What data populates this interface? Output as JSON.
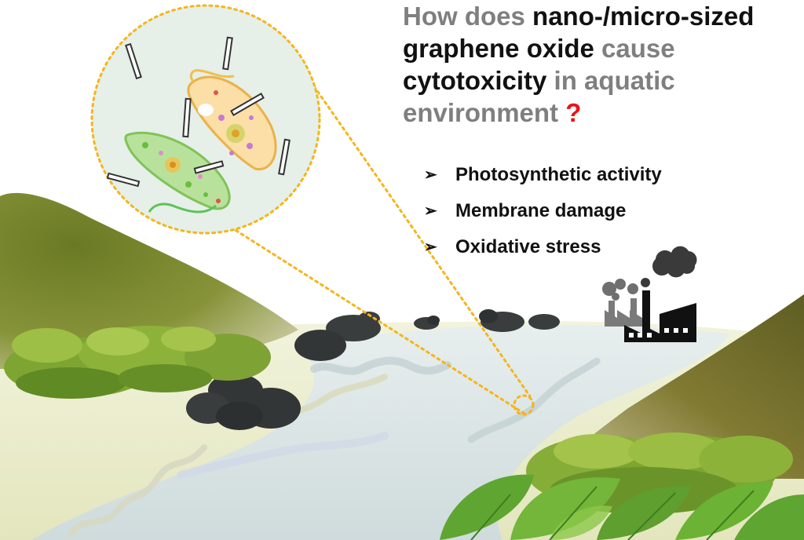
{
  "title": {
    "segments": [
      {
        "text": "How does ",
        "style": "gray"
      },
      {
        "text": "nano-/micro-sized graphene oxide",
        "style": "dark"
      },
      {
        "text": " cause ",
        "style": "gray"
      },
      {
        "text": "cytotoxicity",
        "style": "dark"
      },
      {
        "text": " in aquatic environment ",
        "style": "gray"
      },
      {
        "text": "?",
        "style": "red"
      }
    ]
  },
  "effects": {
    "bullet": "➢",
    "items": [
      {
        "label": "Photosynthetic activity"
      },
      {
        "label": "Membrane damage"
      },
      {
        "label": "Oxidative stress"
      }
    ]
  },
  "colors": {
    "gray_text": "#7f7f7f",
    "dark_text": "#111111",
    "question_mark": "#e8151b",
    "hill": "#6f7d2a",
    "river": "#d9e4e4",
    "bank": "#eef1cf",
    "zoom_dots": "#f5b51b",
    "circle_fill": "#e6efe8",
    "rocks": "#3a3d3d",
    "bush": "#8db23a",
    "leaves": "#5fa531",
    "factory": "#111111"
  },
  "icons": {
    "factory": "factory-icon",
    "smoke": "smoke-icon",
    "cell_green": "euglena-cell-icon",
    "cell_orange": "algae-cell-icon",
    "particles": "graphene-oxide-flake-icon"
  }
}
